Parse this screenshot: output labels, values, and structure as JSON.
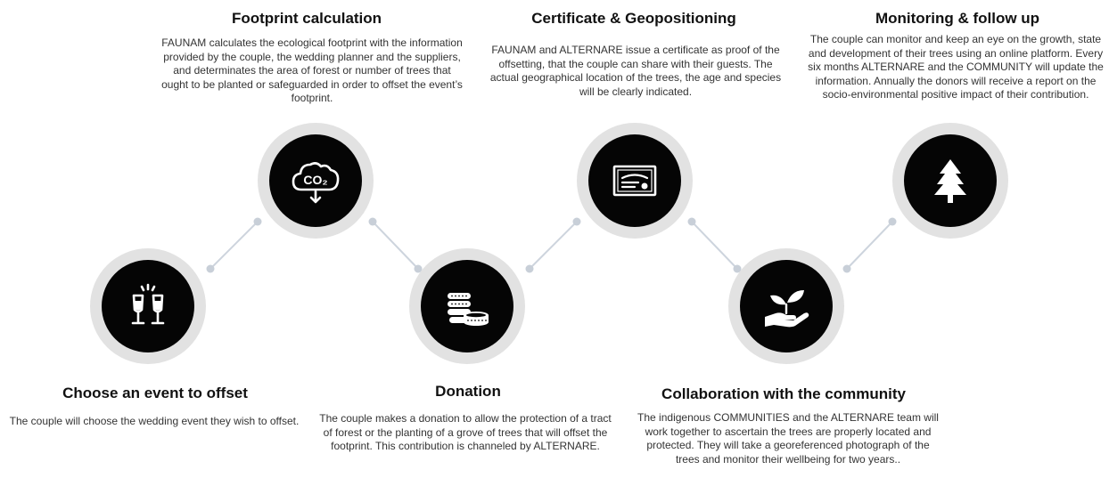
{
  "steps": [
    {
      "title": "Choose an event to offset",
      "description": "The couple will choose the wedding event they wish to offset.",
      "icon": "champagne-toast-icon"
    },
    {
      "title": "Footprint calculation",
      "description": "FAUNAM calculates the ecological footprint with the information provided by the couple, the wedding planner and the suppliers,  and determinates the area of forest or number of trees that ought to be planted or safeguarded in order to offset the event’s footprint.",
      "icon": "co2-cloud-icon",
      "icon_text": "CO₂"
    },
    {
      "title": "Donation",
      "description": "The couple makes a donation to allow the protection of a tract of forest or the planting of a grove of trees that will offset the footprint. This contribution is channeled by ALTERNARE.",
      "icon": "coins-icon"
    },
    {
      "title": "Certificate & Geopositioning",
      "description": "FAUNAM and ALTERNARE issue a certificate as proof of the offsetting, that the couple can share with their guests. The actual geographical location of the trees, the age and species will be clearly indicated.",
      "icon": "certificate-icon"
    },
    {
      "title": "Collaboration with the community",
      "description": "The indigenous COMMUNITIES and the ALTERNARE team will work together to ascertain the trees are properly located and protected. They will take a georeferenced photograph of the trees and monitor their wellbeing for two years..",
      "icon": "hand-seedling-icon"
    },
    {
      "title": "Monitoring & follow up",
      "description": "The couple can monitor and keep an eye on the growth, state and development of their trees using an online platform. Every six months ALTERNARE and the COMMUNITY will update the information. Annually the donors will receive  a report on the socio-environmental positive impact of their contribution.",
      "icon": "pine-tree-icon"
    }
  ],
  "colors": {
    "node_ring": "#e2e2e2",
    "node_fill": "#050505",
    "connector": "#cdd4dd",
    "connector_dot": "#c8cfd8"
  }
}
